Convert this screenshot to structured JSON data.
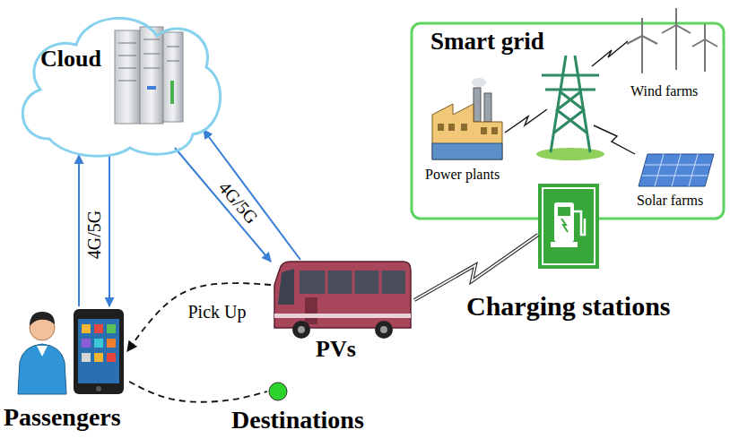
{
  "diagram": {
    "nodes": [
      {
        "text": [
          "Cloud"
        ]
      },
      {
        "text": [
          "Smart grid"
        ]
      },
      {
        "text": [
          "Power plants"
        ],
        "in": 1
      },
      {
        "text": [
          "Wind farms"
        ],
        "in": 1
      },
      {
        "text": [
          "Solar farms"
        ],
        "in": 1
      },
      {
        "text": [
          "Charging stations"
        ]
      },
      {
        "text": [
          "PVs"
        ]
      },
      {
        "text": [
          "Passengers"
        ]
      },
      {
        "text": [
          "Destinations"
        ]
      }
    ],
    "edges": [
      {
        "from": 7,
        "to": 0,
        "arrow": "to",
        "label": "4G/5G"
      },
      {
        "from": 0,
        "to": 7,
        "arrow": "to"
      },
      {
        "from": 0,
        "to": 6,
        "arrow": "to",
        "label": "4G/5G"
      },
      {
        "from": 6,
        "to": 0,
        "arrow": "to"
      },
      {
        "from": 6,
        "to": 7,
        "arrow": "to",
        "label": "Pick Up"
      },
      {
        "from": 7,
        "to": 8,
        "arrow": "none"
      },
      {
        "from": 6,
        "to": 5,
        "arrow": "none"
      }
    ]
  }
}
